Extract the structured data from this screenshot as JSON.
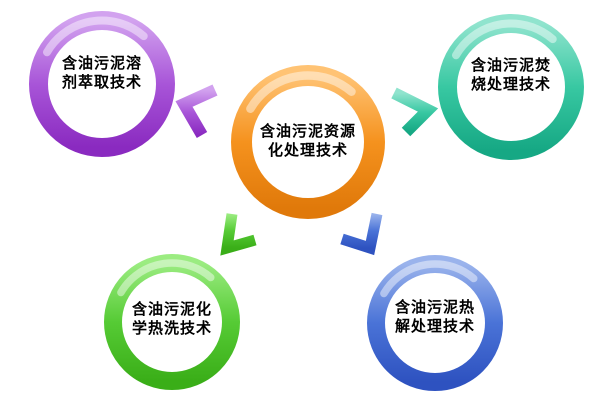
{
  "diagram": {
    "background_color": "#FFFFFF",
    "text_color": "#000000",
    "center": {
      "label": "含油污泥资源化处理技术",
      "line1": "含油污泥资源",
      "line2": "化处理技术",
      "color": "#F5921E",
      "color_light": "#FFC374",
      "color_dark": "#E0790A"
    },
    "top_left": {
      "label": "含油污泥溶剂萃取技术",
      "line1": "含油污泥溶",
      "line2": "剂萃取技术",
      "color": "#A855D8",
      "color_light": "#D2A2EF",
      "color_dark": "#8A2AC0"
    },
    "top_right": {
      "label": "含油污泥焚烧处理技术",
      "line1": "含油污泥焚",
      "line2": "烧处理技术",
      "color": "#38C8A2",
      "color_light": "#90E4CE",
      "color_dark": "#16A884"
    },
    "bottom_left": {
      "label": "含油污泥化学热洗技术",
      "line1": "含油污泥化",
      "line2": "学热洗技术",
      "color": "#56CB35",
      "color_light": "#9BEC81",
      "color_dark": "#3AAE18"
    },
    "bottom_right": {
      "label": "含油污泥热解处理技术",
      "line1": "含油污泥热",
      "line2": "解处理技术",
      "color": "#4A73D7",
      "color_light": "#9AB3EC",
      "color_dark": "#2E52C0"
    },
    "arrows": {
      "left": {
        "direction": "left",
        "points_to": "top_left",
        "color": "#A855D8"
      },
      "right": {
        "direction": "right",
        "points_to": "top_right",
        "color": "#38C8A2"
      },
      "down_left": {
        "direction": "down-left",
        "points_to": "bottom_left",
        "color": "#56CB35"
      },
      "down_right": {
        "direction": "down-right",
        "points_to": "bottom_right",
        "color": "#4A73D7"
      }
    }
  }
}
